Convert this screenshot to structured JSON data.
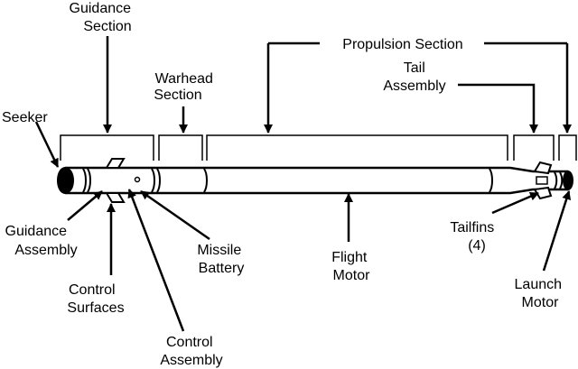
{
  "labels": {
    "guidance_section": [
      "Guidance",
      "Section"
    ],
    "warhead_section": [
      "Warhead",
      "Section"
    ],
    "propulsion_section": [
      "Propulsion Section"
    ],
    "tail_assembly": [
      "Tail",
      "Assembly"
    ],
    "seeker": [
      "Seeker"
    ],
    "guidance_assembly": [
      "Guidance",
      "Assembly"
    ],
    "control_surfaces": [
      "Control",
      "Surfaces"
    ],
    "control_assembly": [
      "Control",
      "Assembly"
    ],
    "missile_battery": [
      "Missile",
      "Battery"
    ],
    "flight_motor": [
      "Flight",
      "Motor"
    ],
    "tailfins": [
      "Tailfins",
      "(4)"
    ],
    "launch_motor": [
      "Launch",
      "Motor"
    ]
  }
}
